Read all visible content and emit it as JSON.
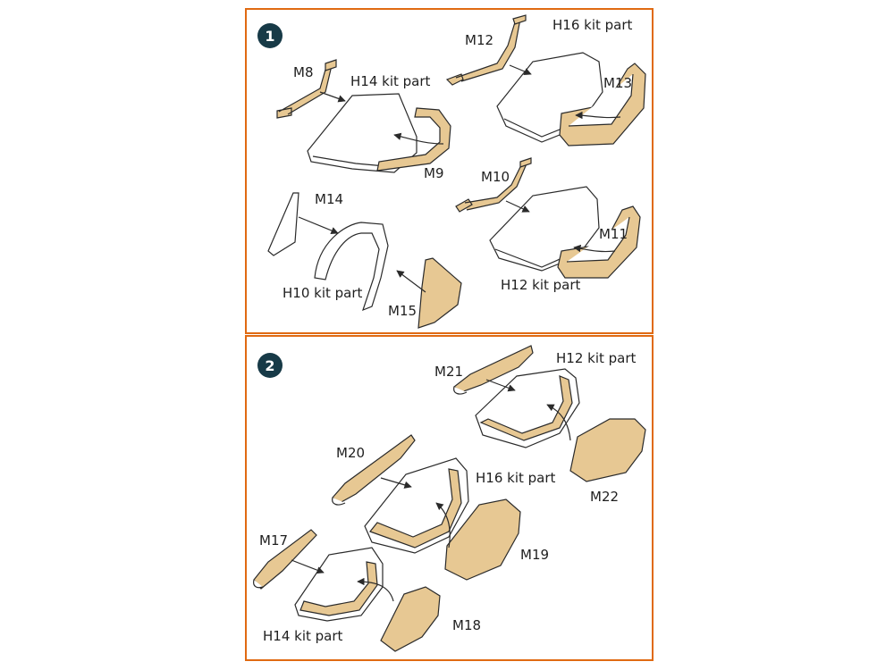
{
  "colors": {
    "panel_border": "#e06a12",
    "badge_fill": "#173a47",
    "mask_fill": "#e7c893",
    "line": "#2a2a2a"
  },
  "step1": {
    "number": "1",
    "labels": {
      "m8": "M8",
      "h14": "H14 kit part",
      "m9": "M9",
      "m12": "M12",
      "h16": "H16 kit part",
      "m13": "M13",
      "m10": "M10",
      "m11": "M11",
      "h12": "H12 kit part",
      "m14": "M14",
      "h10": "H10 kit part",
      "m15": "M15"
    }
  },
  "step2": {
    "number": "2",
    "labels": {
      "m21": "M21",
      "h12": "H12 kit part",
      "m22": "M22",
      "m20": "M20",
      "h16": "H16 kit part",
      "m19": "M19",
      "m17": "M17",
      "m18": "M18",
      "h14": "H14 kit part"
    }
  }
}
